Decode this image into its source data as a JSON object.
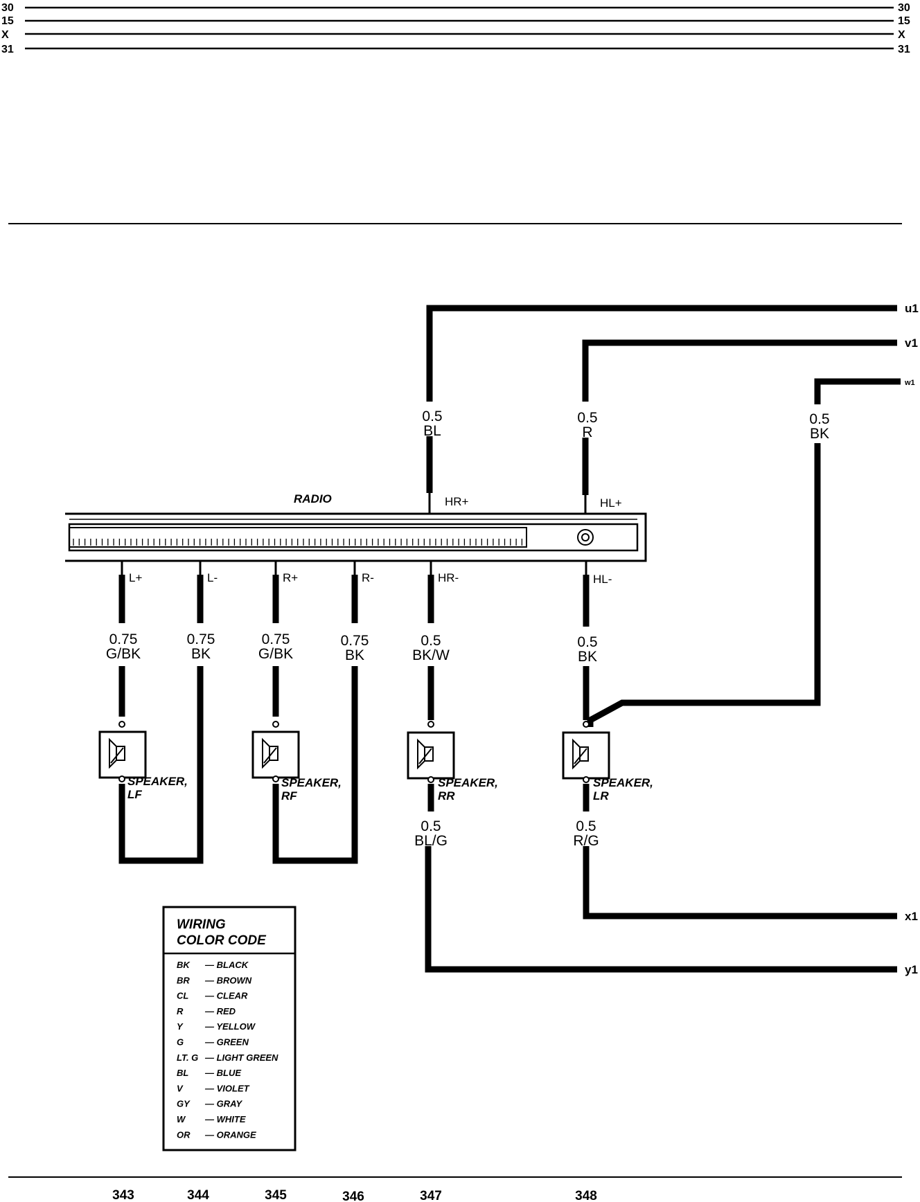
{
  "rails": [
    {
      "label_left": "30",
      "label_right": "30"
    },
    {
      "label_left": "15",
      "label_right": "15"
    },
    {
      "label_left": "X",
      "label_right": "X"
    },
    {
      "label_left": "31",
      "label_right": "31"
    }
  ],
  "radio": {
    "title": "RADIO",
    "pins": {
      "hr_plus": "HR+",
      "hl_plus": "HL+",
      "l_plus": "L+",
      "l_minus": "L-",
      "r_plus": "R+",
      "r_minus": "R-",
      "hr_minus": "HR-",
      "hl_minus": "HL-"
    }
  },
  "wires": {
    "u1": {
      "gauge": "0.5",
      "color": "BL",
      "connector": "u1"
    },
    "v1": {
      "gauge": "0.5",
      "color": "R",
      "connector": "v1"
    },
    "w1": {
      "gauge": "0.5",
      "color": "BK",
      "connector": "w1"
    },
    "lp": {
      "gauge": "0.75",
      "color": "G/BK"
    },
    "lm": {
      "gauge": "0.75",
      "color": "BK"
    },
    "rp": {
      "gauge": "0.75",
      "color": "G/BK"
    },
    "rm": {
      "gauge": "0.75",
      "color": "BK"
    },
    "hrm": {
      "gauge": "0.5",
      "color": "BK/W"
    },
    "hlm": {
      "gauge": "0.5",
      "color": "BK"
    },
    "y1": {
      "gauge": "0.5",
      "color": "BL/G",
      "connector": "y1"
    },
    "x1": {
      "gauge": "0.5",
      "color": "R/G",
      "connector": "x1"
    }
  },
  "speakers": {
    "lf": {
      "line1": "SPEAKER,",
      "line2": "LF"
    },
    "rf": {
      "line1": "SPEAKER,",
      "line2": "RF"
    },
    "rr": {
      "line1": "SPEAKER,",
      "line2": "RR"
    },
    "lr": {
      "line1": "SPEAKER,",
      "line2": "LR"
    }
  },
  "legend": {
    "title_line1": "WIRING",
    "title_line2": "COLOR CODE",
    "rows": [
      {
        "code": "BK",
        "name": "— BLACK"
      },
      {
        "code": "BR",
        "name": "— BROWN"
      },
      {
        "code": "CL",
        "name": "— CLEAR"
      },
      {
        "code": "R",
        "name": "— RED"
      },
      {
        "code": "Y",
        "name": "— YELLOW"
      },
      {
        "code": "G",
        "name": "— GREEN"
      },
      {
        "code": "LT. G",
        "name": "— LIGHT GREEN"
      },
      {
        "code": "BL",
        "name": "— BLUE"
      },
      {
        "code": "V",
        "name": "— VIOLET"
      },
      {
        "code": "GY",
        "name": "— GRAY"
      },
      {
        "code": "W",
        "name": "— WHITE"
      },
      {
        "code": "OR",
        "name": "— ORANGE"
      }
    ]
  },
  "page_numbers": [
    "343",
    "344",
    "345",
    "346",
    "347",
    "348"
  ]
}
